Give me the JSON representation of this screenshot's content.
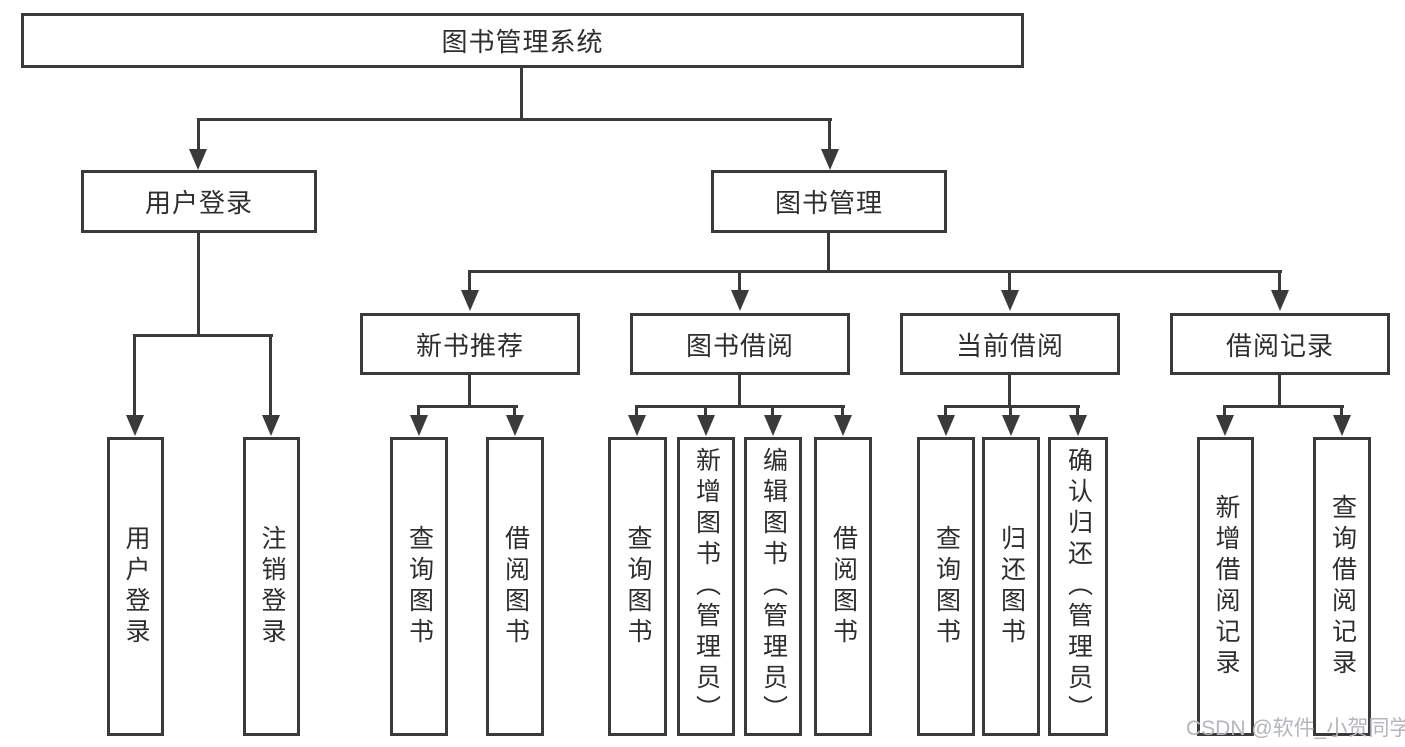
{
  "tree": {
    "label": "图书管理系统",
    "children": [
      {
        "label": "用户登录",
        "children": [
          {
            "label": "用户登录"
          },
          {
            "label": "注销登录"
          }
        ]
      },
      {
        "label": "图书管理",
        "children": [
          {
            "label": "新书推荐",
            "children": [
              {
                "label": "查询图书"
              },
              {
                "label": "借阅图书"
              }
            ]
          },
          {
            "label": "图书借阅",
            "children": [
              {
                "label": "查询图书"
              },
              {
                "label": "新增图书（管理员）"
              },
              {
                "label": "编辑图书（管理员）"
              },
              {
                "label": "借阅图书"
              }
            ]
          },
          {
            "label": "当前借阅",
            "children": [
              {
                "label": "查询图书"
              },
              {
                "label": "归还图书"
              },
              {
                "label": "确认归还（管理员）"
              }
            ]
          },
          {
            "label": "借阅记录",
            "children": [
              {
                "label": "新增借阅记录"
              },
              {
                "label": "查询借阅记录"
              }
            ]
          }
        ]
      }
    ]
  },
  "watermark": {
    "text": "CSDN @软件_小贺同学"
  },
  "colors": {
    "line": "#3a3a3a",
    "text": "#2e2e2e",
    "watermark": "#b3b6ba"
  }
}
